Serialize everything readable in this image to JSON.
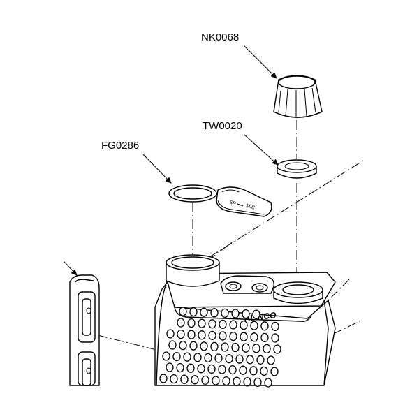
{
  "labels": {
    "knob": "NK0068",
    "washer": "TW0020",
    "gasket": "FG0286",
    "sp": "SP",
    "mic": "MIC",
    "brand": "ALINCO"
  }
}
